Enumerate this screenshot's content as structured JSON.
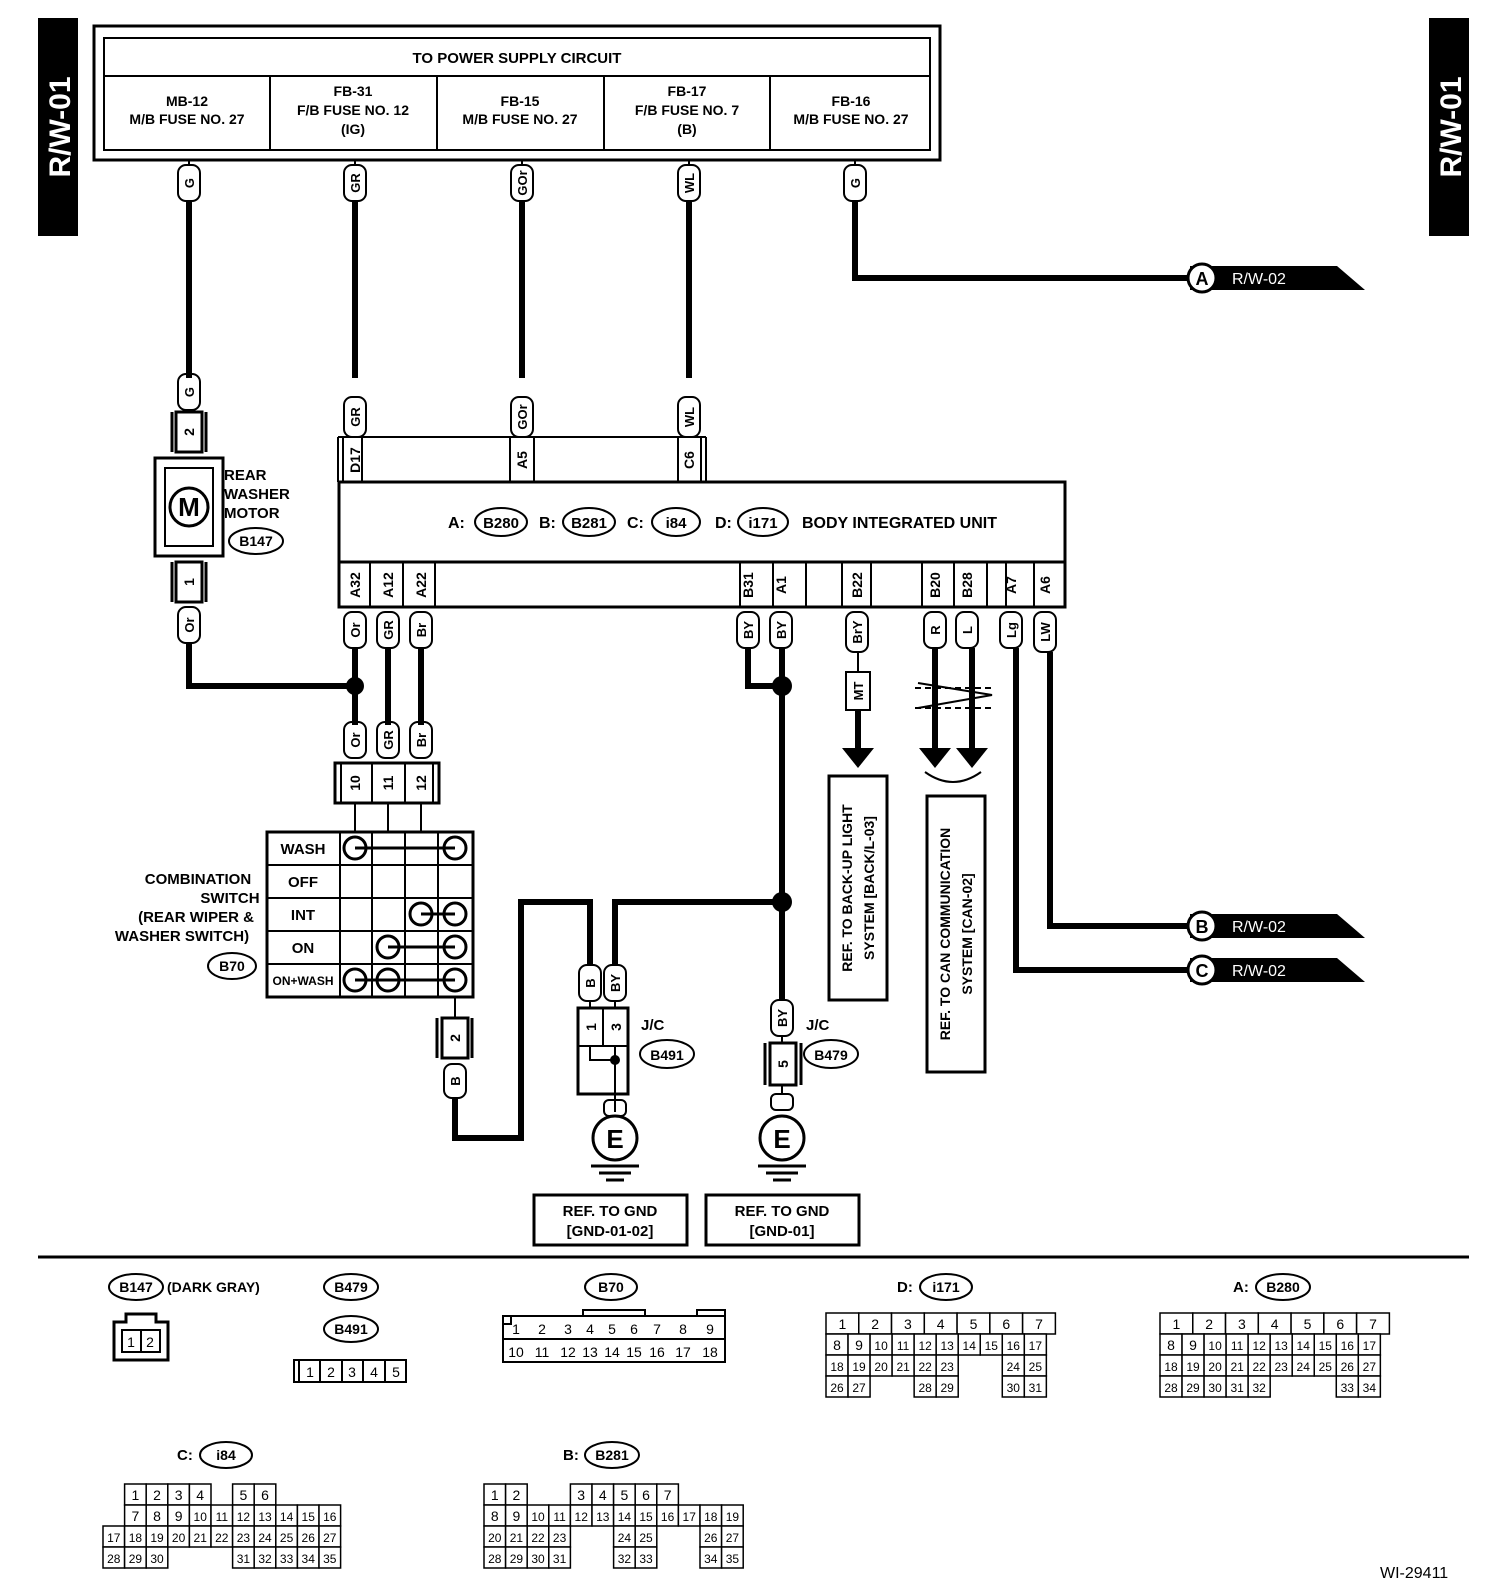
{
  "page_tag": "R/W-01",
  "figure_id": "WI-29411",
  "power_supply": {
    "title": "TO POWER SUPPLY CIRCUIT",
    "fuses": [
      {
        "name": "MB-12",
        "desc": "M/B FUSE NO. 27",
        "extra": ""
      },
      {
        "name": "FB-31",
        "desc": "F/B FUSE NO. 12",
        "extra": "(IG)"
      },
      {
        "name": "FB-15",
        "desc": "M/B FUSE NO. 27",
        "extra": ""
      },
      {
        "name": "FB-17",
        "desc": "F/B FUSE NO. 7",
        "extra": "(B)"
      },
      {
        "name": "FB-16",
        "desc": "M/B FUSE NO. 27",
        "extra": ""
      }
    ]
  },
  "wire_colors": {
    "fuse_g1": "G",
    "fuse_gr": "GR",
    "fuse_gor": "GOr",
    "fuse_wl": "WL",
    "fuse_g2": "G",
    "motor_g": "G",
    "motor_or": "Or",
    "top_gr": "GR",
    "top_gor": "GOr",
    "top_wl": "WL",
    "bot_or": "Or",
    "bot_gr": "GR",
    "bot_br": "Br",
    "bot_by1": "BY",
    "bot_by2": "BY",
    "bot_bry": "BrY",
    "bot_r": "R",
    "bot_l": "L",
    "bot_lg": "Lg",
    "bot_lw": "LW",
    "sw_or": "Or",
    "sw_gr": "GR",
    "sw_br": "Br",
    "sw_b": "B",
    "jc_b": "B",
    "jc_by": "BY",
    "jc2_by": "BY",
    "mt": "MT"
  },
  "pins": {
    "top": [
      "D17",
      "A5",
      "C6"
    ],
    "bottom": [
      "A32",
      "A12",
      "A22",
      "B31",
      "A1",
      "B22",
      "B20",
      "B28",
      "A7",
      "A6"
    ],
    "motor": [
      "2",
      "1"
    ],
    "switch": [
      "10",
      "11",
      "12"
    ],
    "switch_bottom": "2",
    "jc1": [
      "1",
      "3"
    ],
    "jc2": "5"
  },
  "motor": {
    "symbol": "M",
    "label_lines": [
      "REAR",
      "WASHER",
      "MOTOR"
    ],
    "connector": "B147"
  },
  "biu": {
    "title": "BODY INTEGRATED UNIT",
    "a_prefix": "A:",
    "a_conn": "B280",
    "b_prefix": "B:",
    "b_conn": "B281",
    "c_prefix": "C:",
    "c_conn": "i84",
    "d_prefix": "D:",
    "d_conn": "i171"
  },
  "combination_switch": {
    "label_lines": [
      "COMBINATION",
      "SWITCH",
      "(REAR WIPER &",
      "WASHER SWITCH)"
    ],
    "connector": "B70",
    "rows": [
      "WASH",
      "OFF",
      "INT",
      "ON",
      "ON+WASH"
    ]
  },
  "jc1": {
    "label": "J/C",
    "connector": "B491"
  },
  "jc2": {
    "label": "J/C",
    "connector": "B479"
  },
  "ground_symbol": "E",
  "refs": {
    "gnd1_l1": "REF. TO GND",
    "gnd1_l2": "[GND-01-02]",
    "gnd2_l1": "REF. TO GND",
    "gnd2_l2": "[GND-01]",
    "backup_l1": "REF. TO BACK-UP LIGHT",
    "backup_l2": "SYSTEM [BACK/L-03]",
    "can_l1": "REF. TO CAN COMMUNICATION",
    "can_l2": "SYSTEM [CAN-02]"
  },
  "offpage": [
    {
      "letter": "A",
      "target": "R/W-02"
    },
    {
      "letter": "B",
      "target": "R/W-02"
    },
    {
      "letter": "C",
      "target": "R/W-02"
    }
  ],
  "connector_views": {
    "b147": {
      "conn": "B147",
      "note": "(DARK GRAY)",
      "pins": [
        "1",
        "2"
      ]
    },
    "b479": {
      "conn": "B479"
    },
    "b491": {
      "conn": "B491",
      "pins": [
        "1",
        "2",
        "3",
        "4",
        "5"
      ]
    },
    "b70": {
      "conn": "B70",
      "rows": [
        [
          "1",
          "2",
          "3",
          "4",
          "5",
          "6",
          "7",
          "8",
          "9"
        ],
        [
          "10",
          "11",
          "12",
          "13",
          "14",
          "15",
          "16",
          "17",
          "18"
        ]
      ]
    },
    "i171": {
      "prefix": "D:",
      "conn": "i171",
      "rows": [
        [
          "1",
          "2",
          "3",
          "4",
          "5",
          "6",
          "7"
        ],
        [
          "8",
          "9",
          "10",
          "11",
          "12",
          "13",
          "14",
          "15",
          "16",
          "17"
        ],
        [
          "18",
          "19",
          "20",
          "21",
          "22",
          "23",
          "24",
          "25"
        ],
        [
          "26",
          "27",
          "28",
          "29",
          "30",
          "31"
        ]
      ]
    },
    "b280": {
      "prefix": "A:",
      "conn": "B280",
      "rows": [
        [
          "1",
          "2",
          "3",
          "4",
          "5",
          "6",
          "7"
        ],
        [
          "8",
          "9",
          "10",
          "11",
          "12",
          "13",
          "14",
          "15",
          "16",
          "17"
        ],
        [
          "18",
          "19",
          "20",
          "21",
          "22",
          "23",
          "24",
          "25",
          "26",
          "27"
        ],
        [
          "28",
          "29",
          "30",
          "31",
          "32",
          "33",
          "34"
        ]
      ]
    },
    "i84": {
      "prefix": "C:",
      "conn": "i84",
      "rows": [
        [
          "1",
          "2",
          "3",
          "4",
          "5",
          "6"
        ],
        [
          "7",
          "8",
          "9",
          "10",
          "11",
          "12",
          "13",
          "14",
          "15",
          "16"
        ],
        [
          "17",
          "18",
          "19",
          "20",
          "21",
          "22",
          "23",
          "24",
          "25",
          "26",
          "27"
        ],
        [
          "28",
          "29",
          "30",
          "31",
          "32",
          "33",
          "34",
          "35"
        ]
      ]
    },
    "b281": {
      "prefix": "B:",
      "conn": "B281",
      "rows": [
        [
          "1",
          "2",
          "3",
          "4",
          "5",
          "6",
          "7"
        ],
        [
          "8",
          "9",
          "10",
          "11",
          "12",
          "13",
          "14",
          "15",
          "16",
          "17",
          "18",
          "19"
        ],
        [
          "20",
          "21",
          "22",
          "23",
          "24",
          "25",
          "26",
          "27"
        ],
        [
          "28",
          "29",
          "30",
          "31",
          "32",
          "33",
          "34",
          "35"
        ]
      ]
    }
  }
}
